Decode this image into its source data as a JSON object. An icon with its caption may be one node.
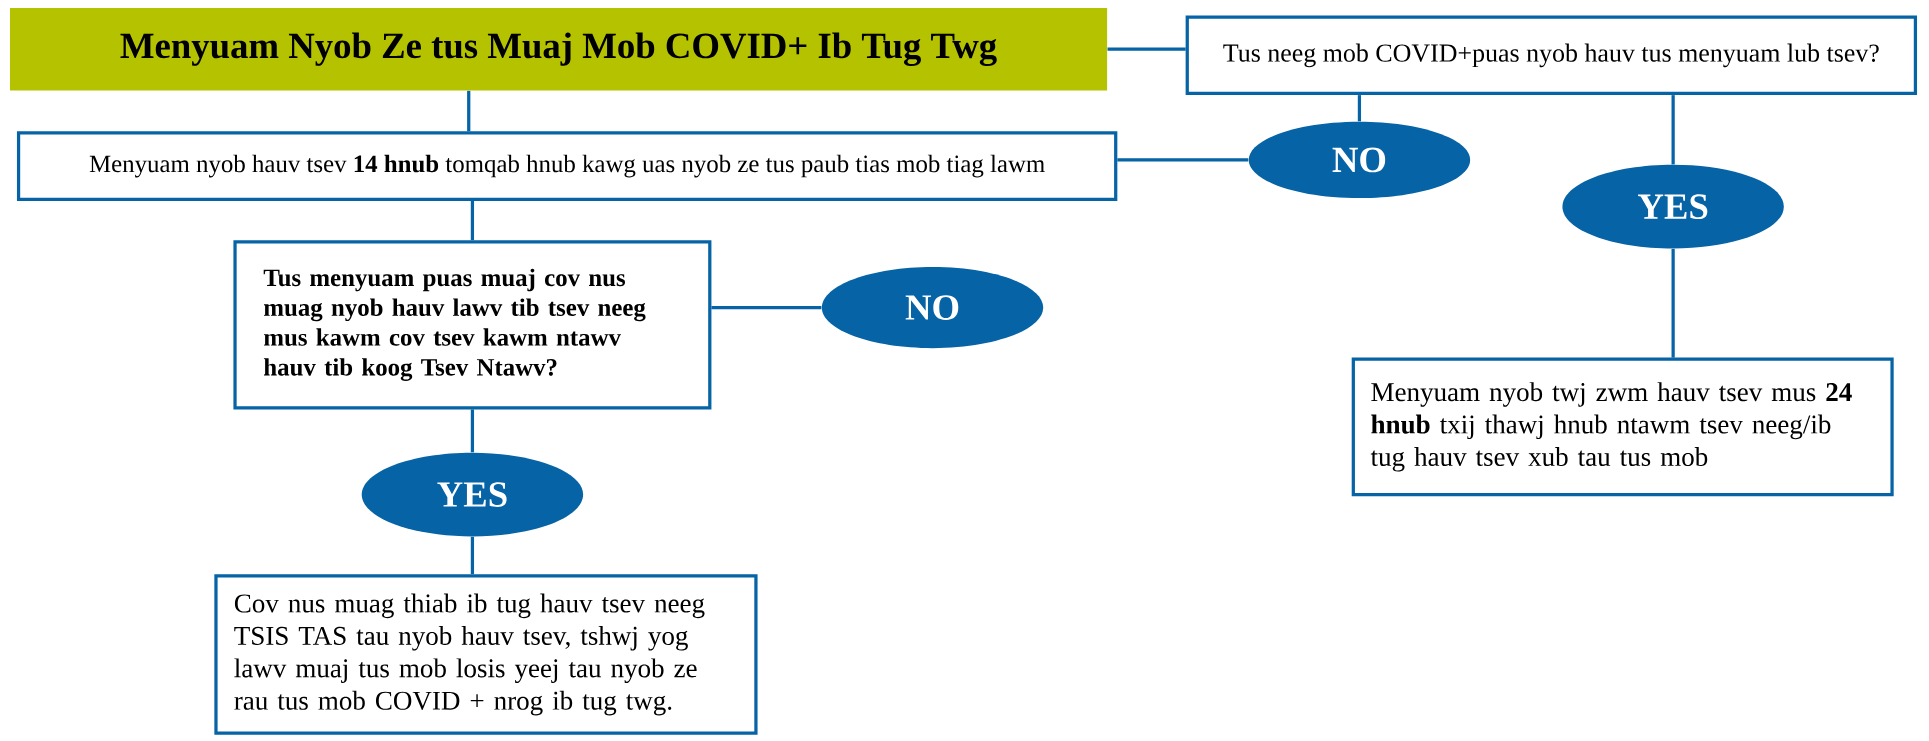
{
  "diagram": {
    "nodes": [
      {
        "text": [
          "Menyuam Nyob Ze tus Muaj Mob COVID+ Ib Tug Twg"
        ]
      },
      {
        "text": [
          "Tus neeg mob COVID+puas nyob hauv tus menyuam lub tsev?"
        ]
      },
      {
        "text": [
          "NO"
        ]
      },
      {
        "text": [
          "YES"
        ]
      },
      {
        "text": [
          "Menyuam nyob hauv tsev **14 hnub** tomqab hnub kawg uas nyob ze tus paub tias mob tiag lawm"
        ]
      },
      {
        "text": [
          "Tus menyuam puas muaj cov nus muag nyob hauv lawv tib tsev neeg mus kawm cov tsev kawm ntawv hauv tib koog Tsev Ntawv?"
        ]
      },
      {
        "text": [
          "NO"
        ]
      },
      {
        "text": [
          "YES"
        ]
      },
      {
        "text": [
          "Cov nus muag thiab ib tug hauv tsev neeg TSIS TAS tau nyob hauv tsev, tshwj yog lawv muaj tus mob losis yeej tau nyob ze rau tus mob COVID + nrog ib tug twg."
        ]
      },
      {
        "text": [
          "Menyuam nyob twj zwm hauv tsev mus **24 hnub** txij thawj hnub ntawm tsev neeg/ib tug hauv tsev xub tau tus mob"
        ]
      }
    ],
    "edges": [
      {
        "from": 0,
        "to": 1,
        "arrow": "none"
      },
      {
        "from": 1,
        "to": 2,
        "arrow": "none"
      },
      {
        "from": 2,
        "to": 4,
        "arrow": "none"
      },
      {
        "from": 1,
        "to": 3,
        "arrow": "none"
      },
      {
        "from": 3,
        "to": 9,
        "arrow": "none"
      },
      {
        "from": 0,
        "to": 4,
        "arrow": "none"
      },
      {
        "from": 4,
        "to": 5,
        "arrow": "none"
      },
      {
        "from": 5,
        "to": 6,
        "arrow": "none"
      },
      {
        "from": 5,
        "to": 7,
        "arrow": "none"
      },
      {
        "from": 7,
        "to": 8,
        "arrow": "none"
      }
    ]
  }
}
